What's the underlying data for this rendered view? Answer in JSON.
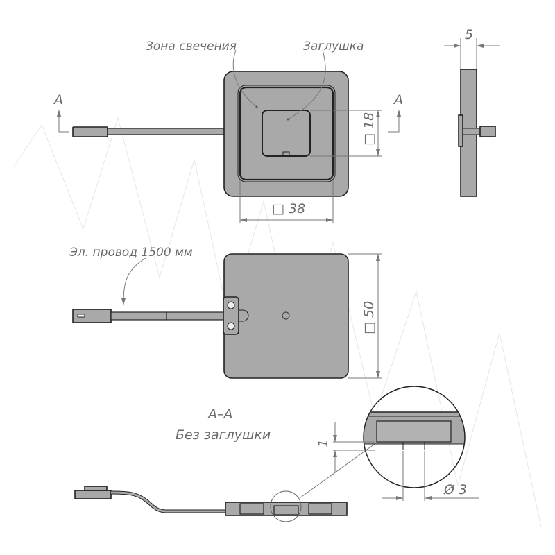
{
  "labels": {
    "glow_zone": "Зона свечения",
    "plug": "Заглушка",
    "wire": "Эл. провод 1500 мм",
    "section_title": "А–А",
    "section_subtitle": "Без заглушки",
    "section_mark_left": "А",
    "section_mark_right": "А"
  },
  "dimensions": {
    "plug_size": "□ 18",
    "glow_size": "□ 38",
    "body_size": "□ 50",
    "thickness": "5",
    "depth": "1",
    "hole_diameter": "Ø 3"
  },
  "colors": {
    "body": "#a9a9a9",
    "outline": "#222222",
    "text": "#6a6a6a"
  }
}
